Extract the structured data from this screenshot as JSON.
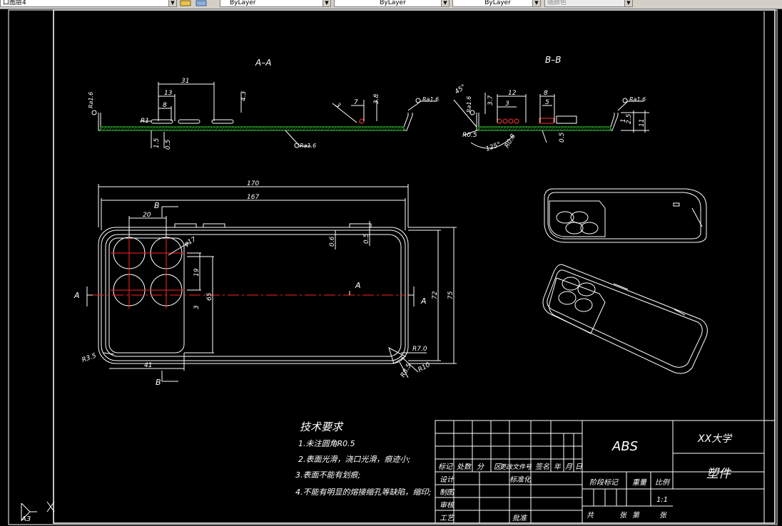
{
  "toolbar": {
    "layer_name": "口图层4",
    "color_value": "ByLayer",
    "linetype_value": "ByLayer",
    "lineweight_value": "ByLayer",
    "plotstyle_value": "随颜色"
  },
  "drawing": {
    "section_aa_label": "A–A",
    "section_bb_label": "B–B",
    "dims_top": {
      "d31": "31",
      "d13": "13",
      "d8": "8",
      "d43": "4.3",
      "d7": "7",
      "d38": "3.8",
      "r1": "R1",
      "d15": "1.5",
      "d05": "0.5",
      "d3": "3",
      "ra16a": "Ra1.6",
      "ra16b": "Ra1.6",
      "ra16c": "Ra1.6",
      "bb_45": "45°",
      "bb_37": "3.7",
      "bb_12": "12",
      "bb_3": "3",
      "bb_8": "8",
      "bb_5": "5",
      "bb_25": "2.5",
      "bb_11": "11",
      "bb_1": "1",
      "bb_r05": "R0.5",
      "bb_r08": "R0.8",
      "bb_125": "125°",
      "bb_05": "0.5",
      "bb_ra16a": "Ra1.6",
      "bb_ra16b": "Ra1.6"
    },
    "dims_front": {
      "d170": "170",
      "d167": "167",
      "d20": "20",
      "phi17": "φ17",
      "d19": "19",
      "d3": "3",
      "d65": "65",
      "d72": "72",
      "d75": "75",
      "d06": "0.6",
      "d05": "0.5",
      "d41": "41",
      "r35": "R3.5",
      "r70": "R7.0",
      "r85": "R8.5",
      "r10": "R10",
      "sec_a": "A",
      "sec_b": "B"
    },
    "tech_req": {
      "title": "技术要求",
      "items": [
        "1.未注圆角R0.5",
        "2.表面光滑，浇口光滑，痕迹小;",
        "3.表面不能有划痕;",
        "4.不能有明显的熔接缩孔等缺陷，缩印;"
      ]
    },
    "title_block": {
      "material": "ABS",
      "school": "XX大学",
      "part_name": "塑件",
      "header_cells": [
        "标记",
        "处数",
        "分",
        "区",
        "更改文件号",
        "签名",
        "年",
        "月",
        "日"
      ],
      "row_labels": [
        "设计",
        "制图",
        "审核",
        "工艺"
      ],
      "standardization": "标准化",
      "approve": "批准",
      "stage_mark": "阶段标记",
      "weight": "重量",
      "scale_label": "比例",
      "scale_value": "1:1",
      "sheet_total": "共",
      "sheet_unit": "张",
      "sheet_no": "第",
      "sheet_unit2": "张"
    },
    "sheet_size": "A3"
  },
  "colors": {
    "line": "#ffffff",
    "centerline": "#ff0000",
    "hatch": "#33cc33",
    "background": "#000000"
  }
}
